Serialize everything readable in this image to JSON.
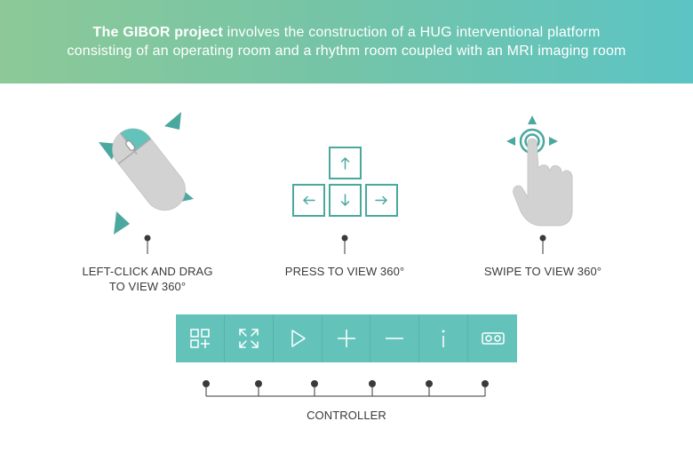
{
  "banner": {
    "bold": "The GIBOR project",
    "line1_rest": " involves the construction of a HUG interventional platform",
    "line2": "consisting of an operating room and a rhythm room coupled with an MRI imaging room"
  },
  "instructions": [
    {
      "icon": "mouse-drag-icon",
      "lines": [
        "LEFT-CLICK AND DRAG",
        "TO VIEW 360°"
      ]
    },
    {
      "icon": "arrow-keys-icon",
      "lines": [
        "PRESS TO VIEW 360°"
      ]
    },
    {
      "icon": "swipe-hand-icon",
      "lines": [
        "SWIPE TO VIEW 360°"
      ]
    }
  ],
  "controller": {
    "label": "CONTROLLER",
    "buttons": [
      {
        "name": "menu-add",
        "icon": "grid-plus-icon"
      },
      {
        "name": "fullscreen",
        "icon": "expand-icon"
      },
      {
        "name": "play",
        "icon": "play-icon"
      },
      {
        "name": "zoom-in",
        "icon": "plus-icon"
      },
      {
        "name": "zoom-out",
        "icon": "minus-icon"
      },
      {
        "name": "info",
        "icon": "info-icon"
      },
      {
        "name": "vr",
        "icon": "vr-headset-icon"
      }
    ]
  },
  "colors": {
    "accent": "#4aa89f",
    "banner_start": "#8cc997",
    "banner_end": "#5cc4c4",
    "controller_bg": "#63c3bb"
  }
}
